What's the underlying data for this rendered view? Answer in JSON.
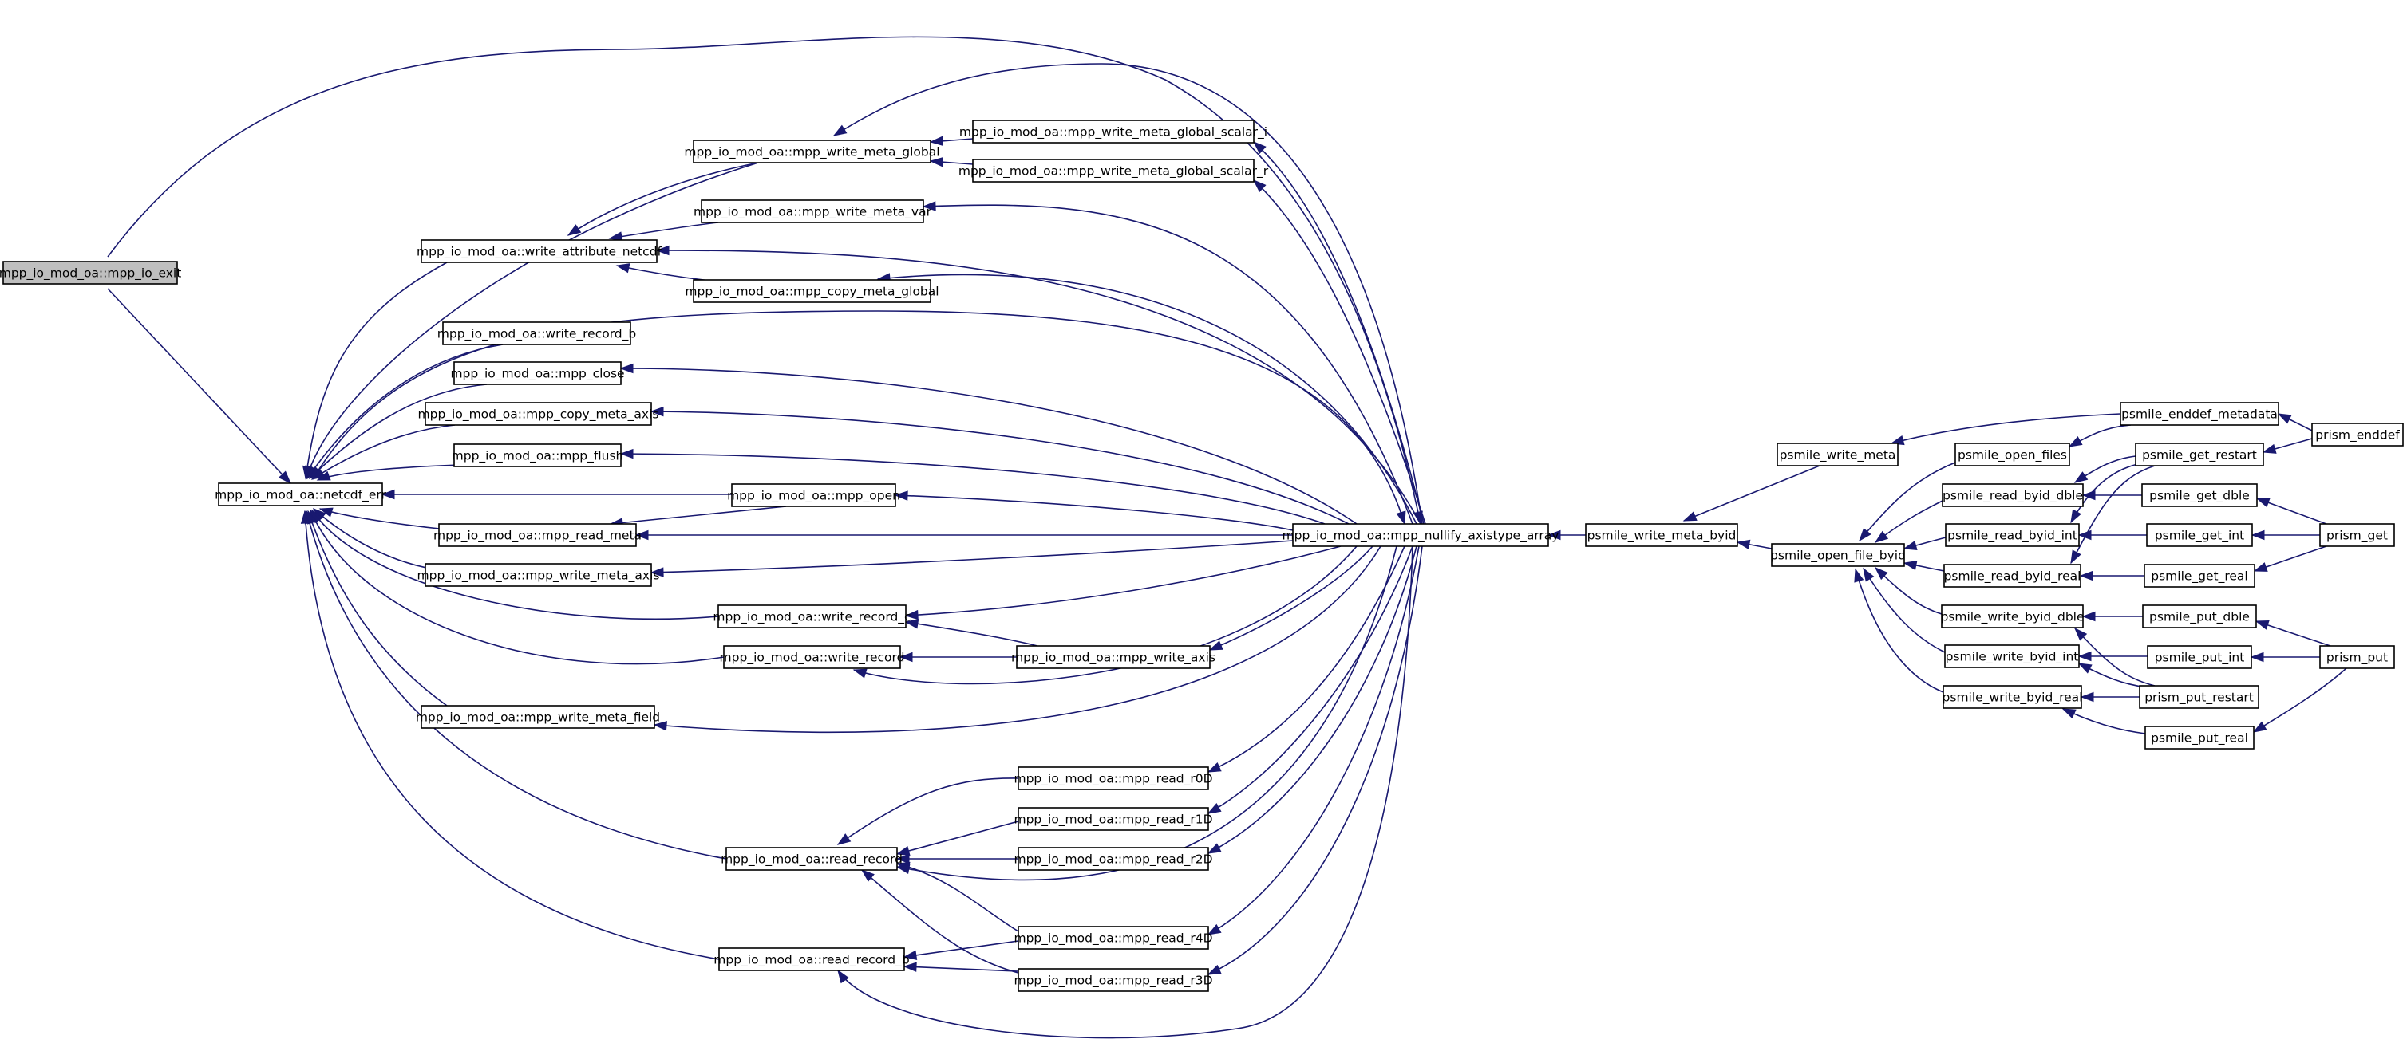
{
  "graph": {
    "direction": "caller graph",
    "edge_color": "#191970",
    "root_fill": "#bfbfbf",
    "nodes": [
      {
        "id": "mpp_io_exit",
        "label": "mpp_io_mod_oa::mpp_io_exit",
        "root": true
      },
      {
        "id": "netcdf_err",
        "label": "mpp_io_mod_oa::netcdf_err"
      },
      {
        "id": "write_meta_global",
        "label": "mpp_io_mod_oa::mpp_write_meta_global"
      },
      {
        "id": "write_meta_global_scalar_i",
        "label": "mpp_io_mod_oa::mpp_write_meta_global_scalar_i"
      },
      {
        "id": "write_meta_global_scalar_r",
        "label": "mpp_io_mod_oa::mpp_write_meta_global_scalar_r"
      },
      {
        "id": "write_meta_var",
        "label": "mpp_io_mod_oa::mpp_write_meta_var"
      },
      {
        "id": "write_attribute_netcdf",
        "label": "mpp_io_mod_oa::write_attribute_netcdf"
      },
      {
        "id": "copy_meta_global",
        "label": "mpp_io_mod_oa::mpp_copy_meta_global"
      },
      {
        "id": "write_record_b",
        "label": "mpp_io_mod_oa::write_record_b"
      },
      {
        "id": "mpp_close",
        "label": "mpp_io_mod_oa::mpp_close"
      },
      {
        "id": "copy_meta_axis",
        "label": "mpp_io_mod_oa::mpp_copy_meta_axis"
      },
      {
        "id": "mpp_flush",
        "label": "mpp_io_mod_oa::mpp_flush"
      },
      {
        "id": "mpp_open",
        "label": "mpp_io_mod_oa::mpp_open"
      },
      {
        "id": "read_meta",
        "label": "mpp_io_mod_oa::mpp_read_meta"
      },
      {
        "id": "nullify",
        "label": "mpp_io_mod_oa::mpp_nullify_axistype_array"
      },
      {
        "id": "write_meta_axis",
        "label": "mpp_io_mod_oa::mpp_write_meta_axis"
      },
      {
        "id": "write_record_c",
        "label": "mpp_io_mod_oa::write_record_c"
      },
      {
        "id": "write_record",
        "label": "mpp_io_mod_oa::write_record"
      },
      {
        "id": "write_axis",
        "label": "mpp_io_mod_oa::mpp_write_axis"
      },
      {
        "id": "write_meta_field",
        "label": "mpp_io_mod_oa::mpp_write_meta_field"
      },
      {
        "id": "read_r0D",
        "label": "mpp_io_mod_oa::mpp_read_r0D"
      },
      {
        "id": "read_r1D",
        "label": "mpp_io_mod_oa::mpp_read_r1D"
      },
      {
        "id": "read_record",
        "label": "mpp_io_mod_oa::read_record"
      },
      {
        "id": "read_r2D",
        "label": "mpp_io_mod_oa::mpp_read_r2D"
      },
      {
        "id": "read_r4D",
        "label": "mpp_io_mod_oa::mpp_read_r4D"
      },
      {
        "id": "read_record_b",
        "label": "mpp_io_mod_oa::read_record_b"
      },
      {
        "id": "read_r3D",
        "label": "mpp_io_mod_oa::mpp_read_r3D"
      },
      {
        "id": "psmile_write_meta_byid",
        "label": "psmile_write_meta_byid"
      },
      {
        "id": "psmile_write_meta",
        "label": "psmile_write_meta"
      },
      {
        "id": "psmile_open_file_byid",
        "label": "psmile_open_file_byid"
      },
      {
        "id": "psmile_open_files",
        "label": "psmile_open_files"
      },
      {
        "id": "psmile_read_byid_dble",
        "label": "psmile_read_byid_dble"
      },
      {
        "id": "psmile_read_byid_int",
        "label": "psmile_read_byid_int"
      },
      {
        "id": "psmile_read_byid_real",
        "label": "psmile_read_byid_real"
      },
      {
        "id": "psmile_write_byid_dble",
        "label": "psmile_write_byid_dble"
      },
      {
        "id": "psmile_write_byid_int",
        "label": "psmile_write_byid_int"
      },
      {
        "id": "psmile_write_byid_real",
        "label": "psmile_write_byid_real"
      },
      {
        "id": "psmile_enddef_metadata",
        "label": "psmile_enddef_metadata"
      },
      {
        "id": "psmile_get_restart",
        "label": "psmile_get_restart"
      },
      {
        "id": "psmile_get_dble",
        "label": "psmile_get_dble"
      },
      {
        "id": "psmile_get_int",
        "label": "psmile_get_int"
      },
      {
        "id": "psmile_get_real",
        "label": "psmile_get_real"
      },
      {
        "id": "psmile_put_dble",
        "label": "psmile_put_dble"
      },
      {
        "id": "psmile_put_int",
        "label": "psmile_put_int"
      },
      {
        "id": "prism_put_restart",
        "label": "prism_put_restart"
      },
      {
        "id": "psmile_put_real",
        "label": "psmile_put_real"
      },
      {
        "id": "prism_enddef",
        "label": "prism_enddef"
      },
      {
        "id": "prism_get",
        "label": "prism_get"
      },
      {
        "id": "prism_put",
        "label": "prism_put"
      }
    ],
    "edges": [
      [
        "netcdf_err",
        "mpp_io_exit"
      ],
      [
        "nullify",
        "mpp_io_exit"
      ],
      [
        "write_meta_global",
        "netcdf_err"
      ],
      [
        "write_attribute_netcdf",
        "netcdf_err"
      ],
      [
        "write_record_b",
        "netcdf_err"
      ],
      [
        "mpp_close",
        "netcdf_err"
      ],
      [
        "copy_meta_axis",
        "netcdf_err"
      ],
      [
        "mpp_flush",
        "netcdf_err"
      ],
      [
        "mpp_open",
        "netcdf_err"
      ],
      [
        "read_meta",
        "netcdf_err"
      ],
      [
        "write_meta_axis",
        "netcdf_err"
      ],
      [
        "write_record_c",
        "netcdf_err"
      ],
      [
        "write_record",
        "netcdf_err"
      ],
      [
        "write_meta_field",
        "netcdf_err"
      ],
      [
        "read_record",
        "netcdf_err"
      ],
      [
        "read_record_b",
        "netcdf_err"
      ],
      [
        "nullify",
        "netcdf_err"
      ],
      [
        "write_meta_global",
        "write_attribute_netcdf"
      ],
      [
        "write_meta_var",
        "write_attribute_netcdf"
      ],
      [
        "copy_meta_global",
        "write_attribute_netcdf"
      ],
      [
        "nullify",
        "write_attribute_netcdf"
      ],
      [
        "write_meta_global_scalar_i",
        "write_meta_global"
      ],
      [
        "write_meta_global_scalar_r",
        "write_meta_global"
      ],
      [
        "nullify",
        "write_meta_global"
      ],
      [
        "nullify",
        "write_meta_global_scalar_i"
      ],
      [
        "nullify",
        "write_meta_global_scalar_r"
      ],
      [
        "nullify",
        "write_meta_var"
      ],
      [
        "nullify",
        "copy_meta_global"
      ],
      [
        "nullify",
        "mpp_close"
      ],
      [
        "nullify",
        "copy_meta_axis"
      ],
      [
        "nullify",
        "mpp_flush"
      ],
      [
        "nullify",
        "mpp_open"
      ],
      [
        "mpp_open",
        "read_meta"
      ],
      [
        "nullify",
        "read_meta"
      ],
      [
        "nullify",
        "write_meta_axis"
      ],
      [
        "write_axis",
        "write_record_c"
      ],
      [
        "nullify",
        "write_record_c"
      ],
      [
        "write_axis",
        "write_record"
      ],
      [
        "nullify",
        "write_record"
      ],
      [
        "nullify",
        "write_axis"
      ],
      [
        "nullify",
        "write_meta_field"
      ],
      [
        "read_r0D",
        "read_record"
      ],
      [
        "read_r1D",
        "read_record"
      ],
      [
        "read_r2D",
        "read_record"
      ],
      [
        "read_r4D",
        "read_record"
      ],
      [
        "read_r3D",
        "read_record"
      ],
      [
        "nullify",
        "read_record"
      ],
      [
        "read_r4D",
        "read_record_b"
      ],
      [
        "read_r3D",
        "read_record_b"
      ],
      [
        "nullify",
        "read_record_b"
      ],
      [
        "nullify",
        "read_r0D"
      ],
      [
        "nullify",
        "read_r1D"
      ],
      [
        "nullify",
        "read_r2D"
      ],
      [
        "nullify",
        "read_r4D"
      ],
      [
        "nullify",
        "read_r3D"
      ],
      [
        "psmile_write_meta_byid",
        "nullify"
      ],
      [
        "psmile_write_meta",
        "psmile_write_meta_byid"
      ],
      [
        "psmile_open_file_byid",
        "psmile_write_meta_byid"
      ],
      [
        "psmile_enddef_metadata",
        "psmile_write_meta"
      ],
      [
        "psmile_open_files",
        "psmile_open_file_byid"
      ],
      [
        "psmile_read_byid_dble",
        "psmile_open_file_byid"
      ],
      [
        "psmile_read_byid_int",
        "psmile_open_file_byid"
      ],
      [
        "psmile_read_byid_real",
        "psmile_open_file_byid"
      ],
      [
        "psmile_write_byid_dble",
        "psmile_open_file_byid"
      ],
      [
        "psmile_write_byid_int",
        "psmile_open_file_byid"
      ],
      [
        "psmile_write_byid_real",
        "psmile_open_file_byid"
      ],
      [
        "psmile_enddef_metadata",
        "psmile_open_files"
      ],
      [
        "psmile_get_restart",
        "psmile_read_byid_dble"
      ],
      [
        "psmile_get_dble",
        "psmile_read_byid_dble"
      ],
      [
        "psmile_get_restart",
        "psmile_read_byid_int"
      ],
      [
        "psmile_get_int",
        "psmile_read_byid_int"
      ],
      [
        "psmile_get_restart",
        "psmile_read_byid_real"
      ],
      [
        "psmile_get_real",
        "psmile_read_byid_real"
      ],
      [
        "psmile_put_dble",
        "psmile_write_byid_dble"
      ],
      [
        "prism_put_restart",
        "psmile_write_byid_dble"
      ],
      [
        "psmile_put_int",
        "psmile_write_byid_int"
      ],
      [
        "prism_put_restart",
        "psmile_write_byid_int"
      ],
      [
        "psmile_put_real",
        "psmile_write_byid_real"
      ],
      [
        "prism_put_restart",
        "psmile_write_byid_real"
      ],
      [
        "prism_enddef",
        "psmile_enddef_metadata"
      ],
      [
        "prism_enddef",
        "psmile_get_restart"
      ],
      [
        "prism_get",
        "psmile_get_dble"
      ],
      [
        "prism_get",
        "psmile_get_int"
      ],
      [
        "prism_get",
        "psmile_get_real"
      ],
      [
        "prism_put",
        "psmile_put_dble"
      ],
      [
        "prism_put",
        "psmile_put_int"
      ],
      [
        "prism_put",
        "psmile_put_real"
      ]
    ]
  }
}
